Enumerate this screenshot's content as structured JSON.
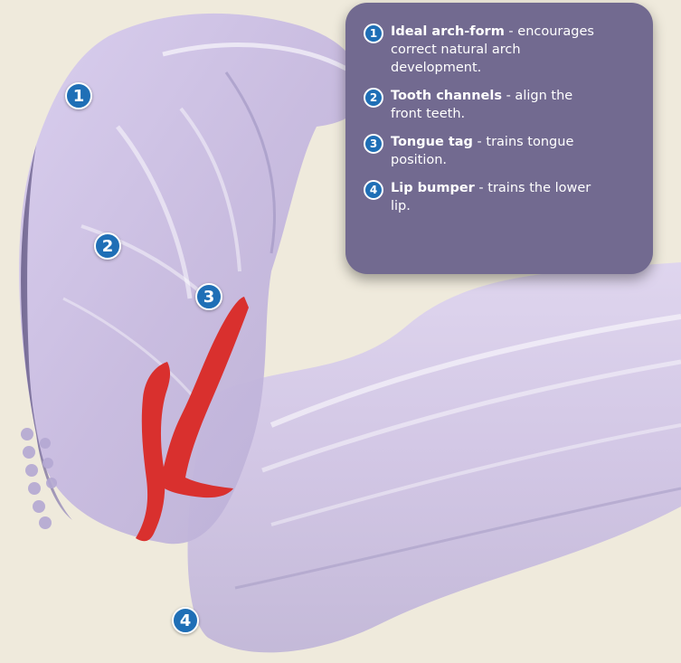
{
  "colors": {
    "background": "#efeadc",
    "appliance": "#c9bde2",
    "tongue_tag": "#d9302e",
    "panel": "#726a90",
    "badge": "#1f6fb6"
  },
  "markers": [
    "1",
    "2",
    "3",
    "4"
  ],
  "legend": {
    "items": [
      {
        "num": "1",
        "title": "Ideal arch-form",
        "desc": " - encourages correct natural arch development."
      },
      {
        "num": "2",
        "title": "Tooth channels",
        "desc": " - align the front teeth."
      },
      {
        "num": "3",
        "title": "Tongue tag",
        "desc": " - trains tongue position."
      },
      {
        "num": "4",
        "title": "Lip bumper",
        "desc": " - trains the lower lip."
      }
    ]
  }
}
